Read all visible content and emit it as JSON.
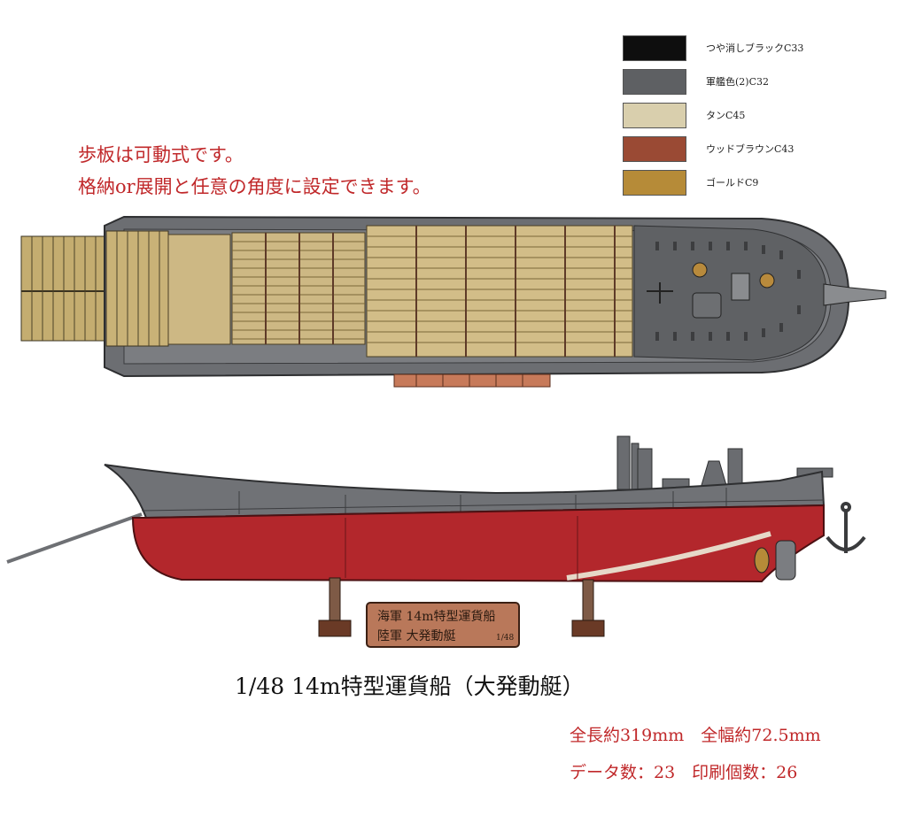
{
  "legend": [
    {
      "label": "つや消しブラックC33",
      "color": "#0e0e0e"
    },
    {
      "label": "軍艦色(2)C32",
      "color": "#5e6063"
    },
    {
      "label": "タンC45",
      "color": "#d9cfad"
    },
    {
      "label": "ウッドブラウンC43",
      "color": "#9a4a34"
    },
    {
      "label": "ゴールドC9",
      "color": "#b68b38"
    }
  ],
  "notes": {
    "line1": "歩板は可動式です。",
    "line2": "格納or展開と任意の角度に設定できます。"
  },
  "plate": {
    "line1": "海軍 14m特型運貨船",
    "line2": "陸軍 大発動艇",
    "scale": "1/48"
  },
  "title": "1/48 14m特型運貨船（大発動艇）",
  "specs": {
    "line1": "全長約319mm　全幅約72.5mm",
    "line2": "データ数：23　印刷個数：26"
  },
  "colors": {
    "hull_gray": "#707276",
    "deck_tan": "#cdb884",
    "hull_red": "#b3272c",
    "wood": "#9a4a34",
    "text_red": "#c0282a"
  }
}
